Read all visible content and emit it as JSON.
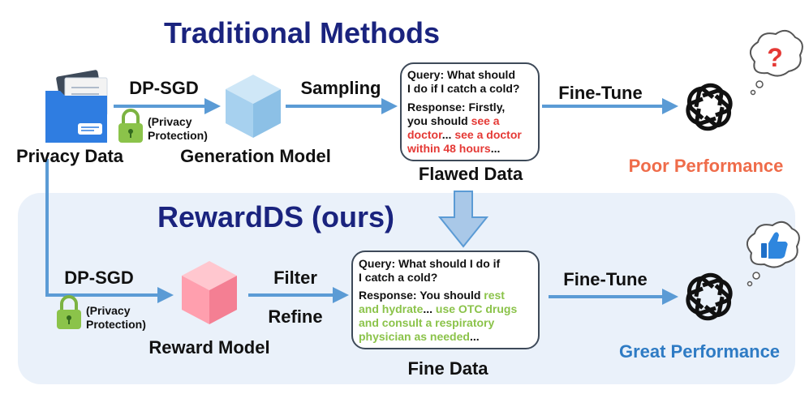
{
  "top": {
    "title": "Traditional Methods",
    "source_label": "Privacy Data",
    "dp_label": "DP-SGD",
    "privacy_line1": "(Privacy",
    "privacy_line2": "Protection)",
    "model_label": "Generation Model",
    "sampling_label": "Sampling",
    "card": {
      "query_line1": "Query: What should",
      "query_line2": "I do if I catch a cold?",
      "resp_line1": "Response: Firstly,",
      "resp_line2_a": "you should ",
      "resp_line2_b": "see a",
      "resp_line3_a": "doctor",
      "resp_line3_b": "... ",
      "resp_line3_c": "see a doctor",
      "resp_line4_a": "within 48 hours",
      "resp_line4_b": "..."
    },
    "data_label": "Flawed Data",
    "finetune_label": "Fine-Tune",
    "result_label": "Poor Performance",
    "bubble_symbol": "?"
  },
  "bottom": {
    "title": "RewardDS (ours)",
    "dp_label": "DP-SGD",
    "privacy_line1": "(Privacy",
    "privacy_line2": "Protection)",
    "model_label": "Reward Model",
    "filter_label": "Filter",
    "refine_label": "Refine",
    "card": {
      "query_line1": "Query: What should I do if",
      "query_line2": "I catch a cold?",
      "resp_line1_a": "Response: You should ",
      "resp_line1_b": "rest",
      "resp_line2_a": "and hydrate",
      "resp_line2_b": "... ",
      "resp_line2_c": "use OTC drugs",
      "resp_line3": "and consult a respiratory",
      "resp_line4_a": "physician as needed",
      "resp_line4_b": "..."
    },
    "data_label": "Fine Data",
    "finetune_label": "Fine-Tune",
    "result_label": "Great Performance"
  },
  "colors": {
    "title_navy": "#1a237e",
    "arrow_blue": "#5b9bd5",
    "panel_bg": "#eaf1fa",
    "highlight_red": "#e53935",
    "highlight_green": "#8bc34a",
    "poor_orange": "#ef6c4a",
    "great_blue": "#2e7bc4"
  },
  "icons": {
    "folder": "folder-icon",
    "lock": "lock-icon",
    "generation_cube": "cube-icon",
    "reward_cube": "cube-icon",
    "openai": "openai-logo-icon",
    "question_bubble": "question-thought-bubble-icon",
    "thumbs_bubble": "thumbs-up-thought-bubble-icon"
  }
}
